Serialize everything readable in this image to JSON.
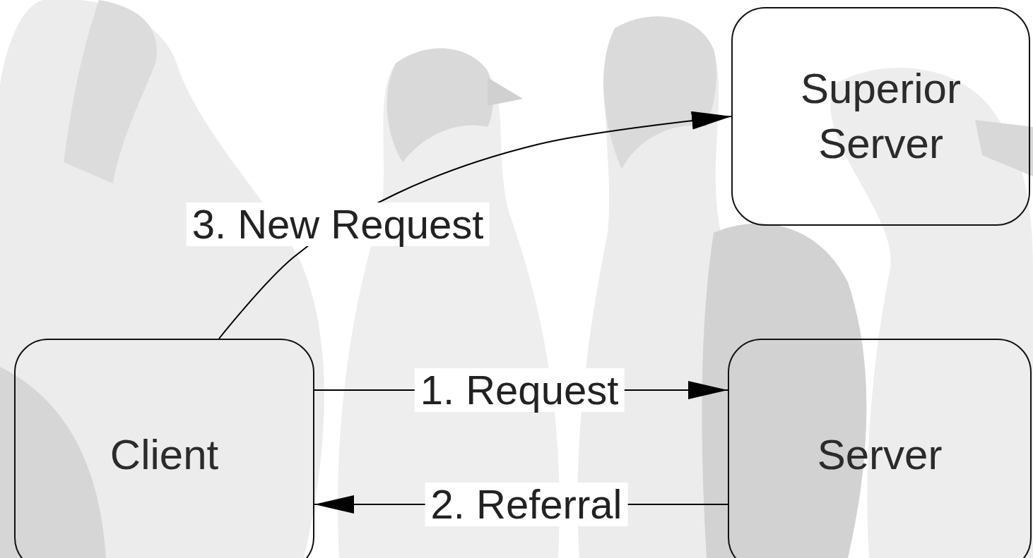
{
  "diagram": {
    "nodes": [
      {
        "text": [
          "Superior Server"
        ]
      },
      {
        "text": [
          "Client"
        ]
      },
      {
        "text": [
          "Server"
        ]
      }
    ],
    "edges": [
      {
        "from": 1,
        "to": 2,
        "arrow": "to",
        "label": "1. Request"
      },
      {
        "from": 2,
        "to": 1,
        "arrow": "to",
        "label": "2. Referral"
      },
      {
        "from": 1,
        "to": 0,
        "arrow": "to",
        "label": "3. New Request"
      }
    ]
  }
}
